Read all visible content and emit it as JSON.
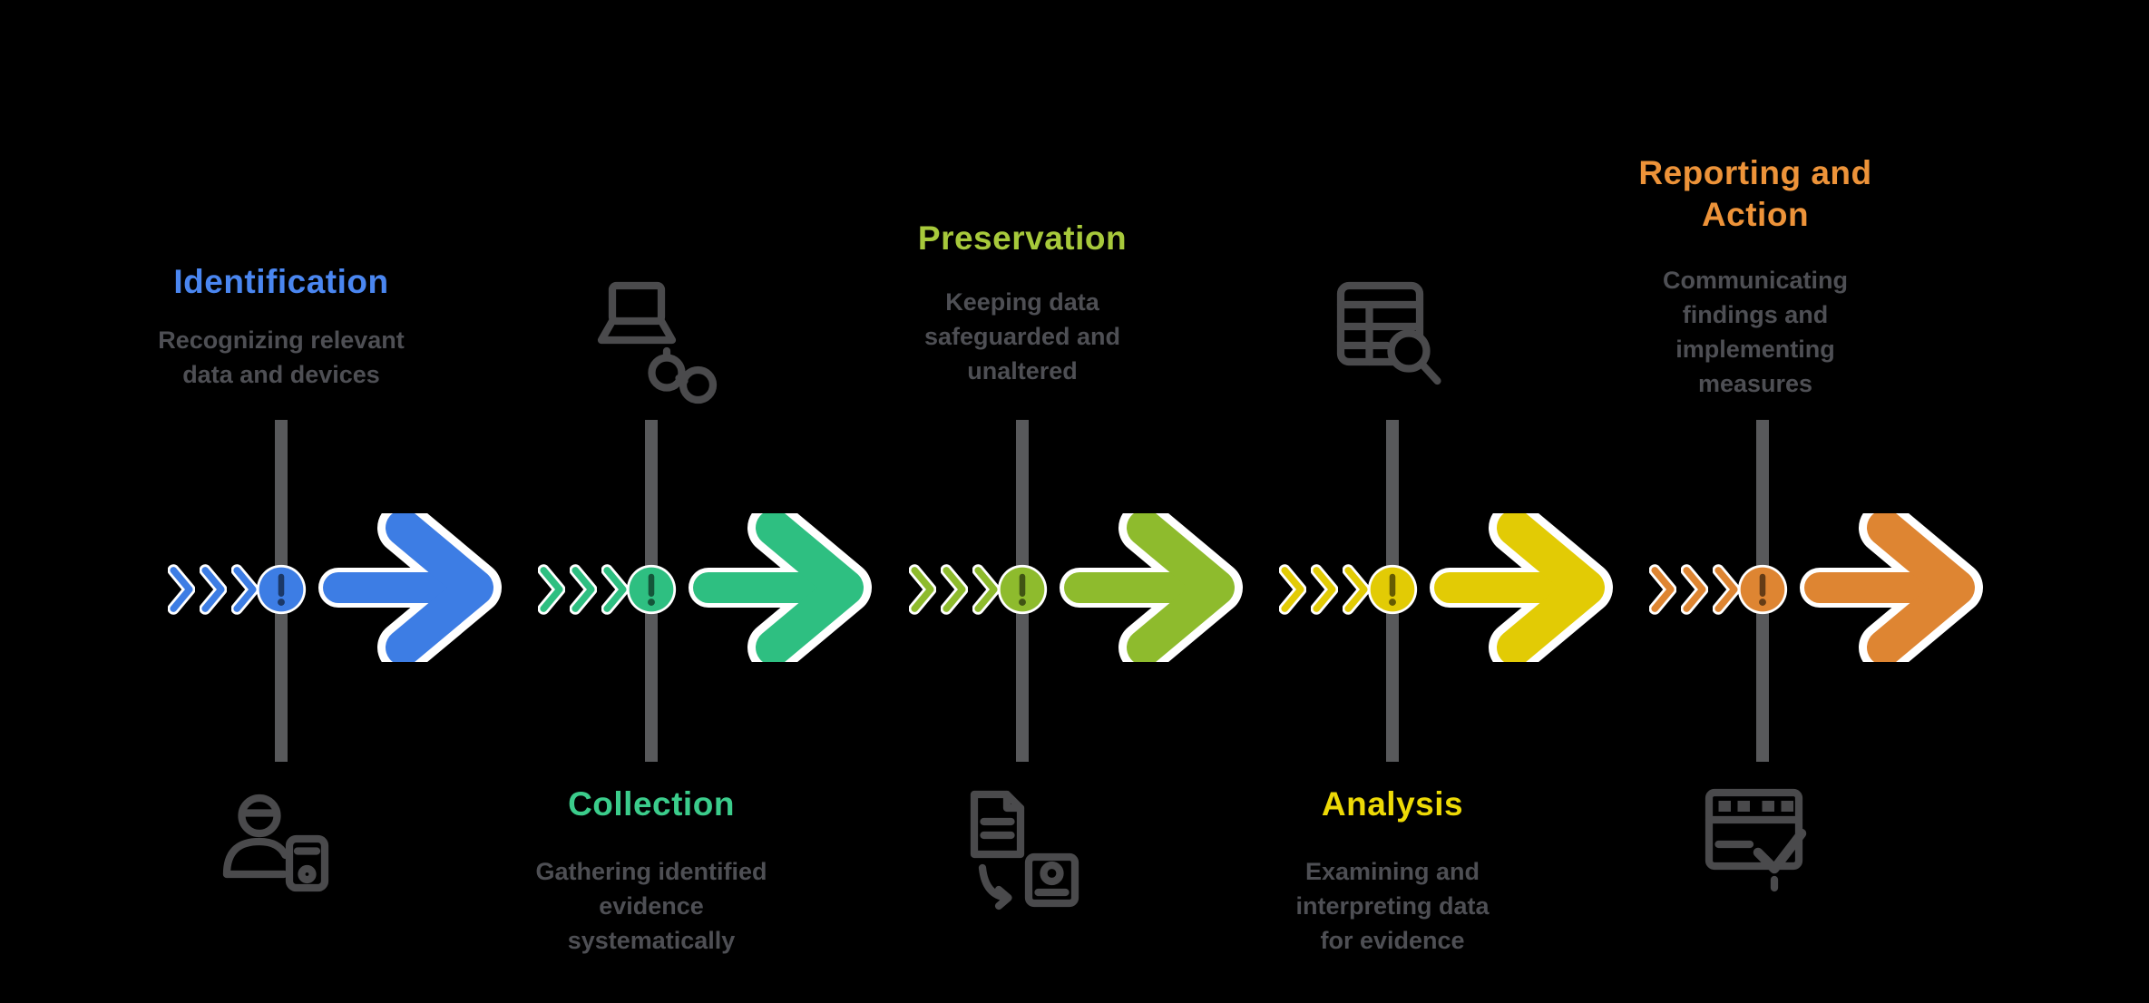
{
  "diagram": {
    "name": "digital-forensics-process-flow",
    "background_color": "#000000",
    "divider_color": "#58595B",
    "description_color": "#4E4F54",
    "icon_color": "#4A4A4C",
    "arrow_outline_color": "#FFFFFF",
    "marker_glyph": "!"
  },
  "stages": [
    {
      "title_lines": [
        "Identification"
      ],
      "title_color": "#4A86F0",
      "arrow_color": "#3D7DE4",
      "description_lines": [
        "Recognizing relevant",
        "data and devices"
      ],
      "icon": "investigator-device-icon",
      "label_position": "top",
      "icon_position": "bottom"
    },
    {
      "title_lines": [
        "Collection"
      ],
      "title_color": "#3BCC8B",
      "arrow_color": "#2EBF81",
      "description_lines": [
        "Gathering identified",
        "evidence",
        "systematically"
      ],
      "icon": "laptop-handcuffs-icon",
      "label_position": "bottom",
      "icon_position": "top"
    },
    {
      "title_lines": [
        "Preservation"
      ],
      "title_color": "#A7C93B",
      "arrow_color": "#8EBB2D",
      "description_lines": [
        "Keeping data",
        "safeguarded and",
        "unaltered"
      ],
      "icon": "document-to-storage-icon",
      "label_position": "top",
      "icon_position": "bottom"
    },
    {
      "title_lines": [
        "Analysis"
      ],
      "title_color": "#EDD906",
      "arrow_color": "#E2CB05",
      "description_lines": [
        "Examining and",
        "interpreting data",
        "for evidence"
      ],
      "icon": "data-examination-icon",
      "label_position": "bottom",
      "icon_position": "top"
    },
    {
      "title_lines": [
        "Reporting and",
        "Action"
      ],
      "title_color": "#ED9339",
      "arrow_color": "#DE8532",
      "description_lines": [
        "Communicating",
        "findings and",
        "implementing",
        "measures"
      ],
      "icon": "report-checklist-icon",
      "label_position": "top",
      "icon_position": "bottom"
    }
  ]
}
